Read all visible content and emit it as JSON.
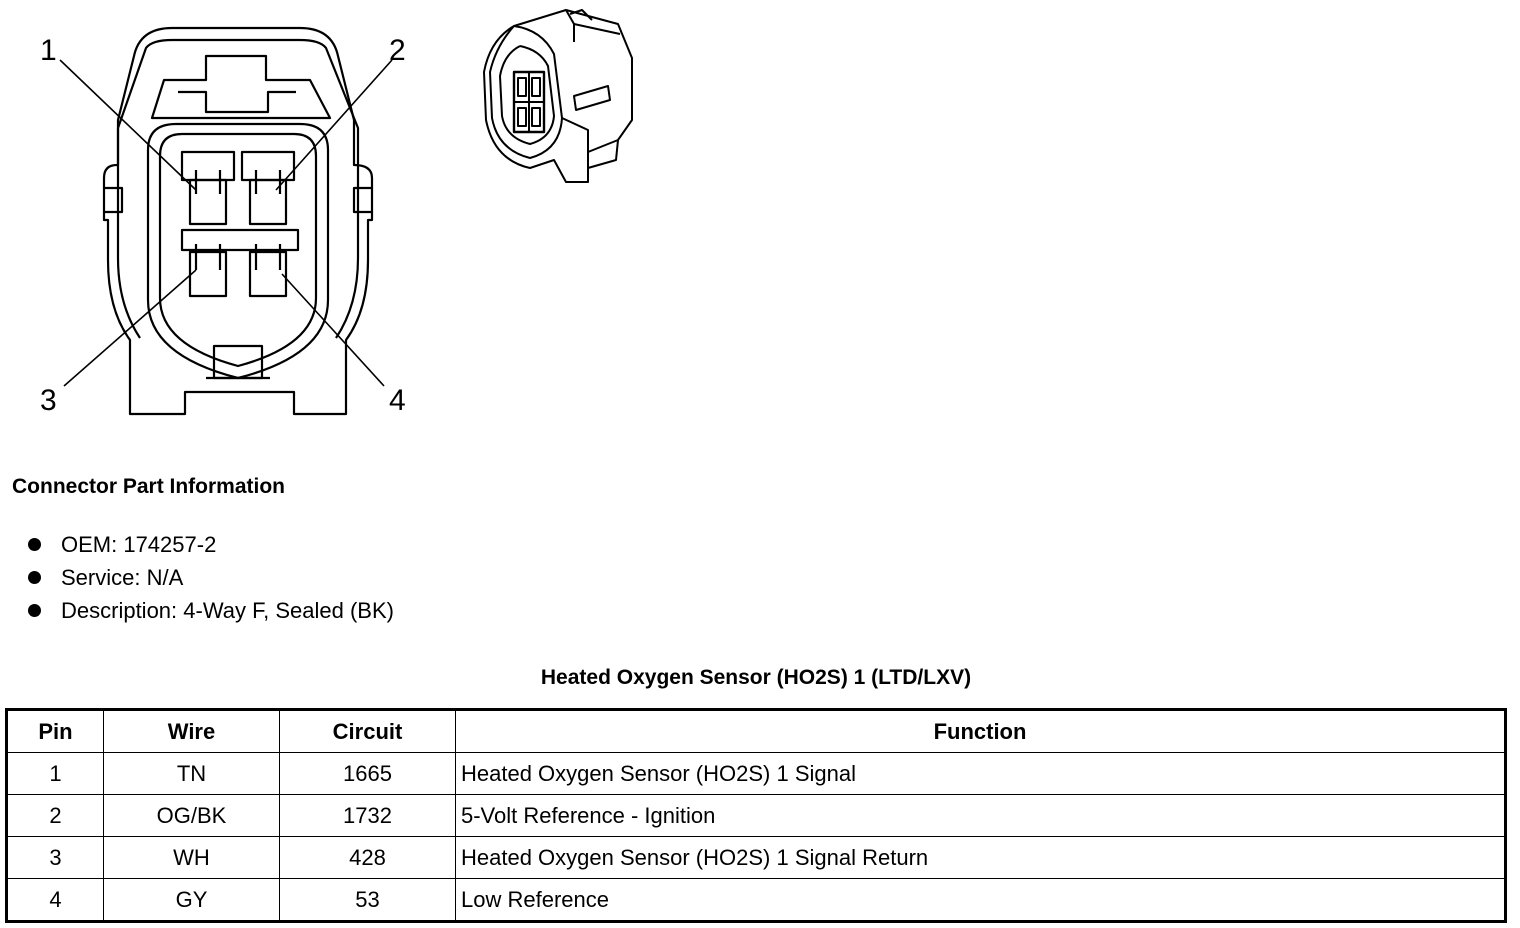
{
  "diagram": {
    "pin_labels": [
      "1",
      "2",
      "3",
      "4"
    ]
  },
  "part_info": {
    "title": "Connector Part Information",
    "items": [
      "OEM: 174257-2",
      "Service: N/A",
      "Description: 4-Way F, Sealed (BK)"
    ]
  },
  "table": {
    "title": "Heated Oxygen Sensor (HO2S) 1 (LTD/LXV)",
    "headers": [
      "Pin",
      "Wire",
      "Circuit",
      "Function"
    ],
    "rows": [
      [
        "1",
        "TN",
        "1665",
        "Heated Oxygen Sensor (HO2S) 1 Signal"
      ],
      [
        "2",
        "OG/BK",
        "1732",
        "5-Volt Reference - Ignition"
      ],
      [
        "3",
        "WH",
        "428",
        "Heated Oxygen Sensor (HO2S) 1 Signal Return"
      ],
      [
        "4",
        "GY",
        "53",
        "Low Reference"
      ]
    ]
  }
}
